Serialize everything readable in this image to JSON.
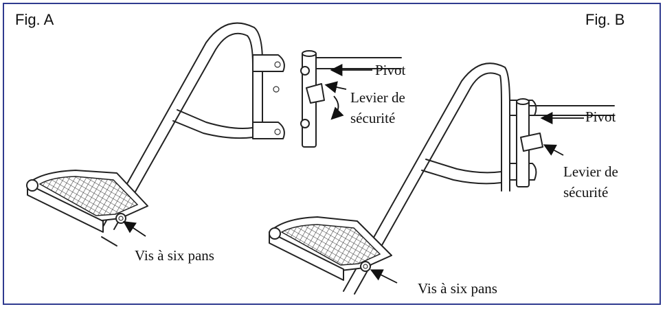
{
  "figures": {
    "a": {
      "title": "Fig. A",
      "pivot": "Pivot",
      "lever_line1": "Levier de",
      "lever_line2": "sécurité",
      "screw": "Vis à six pans"
    },
    "b": {
      "title": "Fig. B",
      "pivot": "Pivot",
      "lever_line1": "Levier de",
      "lever_line2": "sécurité",
      "screw": "Vis à six pans"
    }
  },
  "colors": {
    "border": "#2f3a8f",
    "line": "#222222"
  }
}
